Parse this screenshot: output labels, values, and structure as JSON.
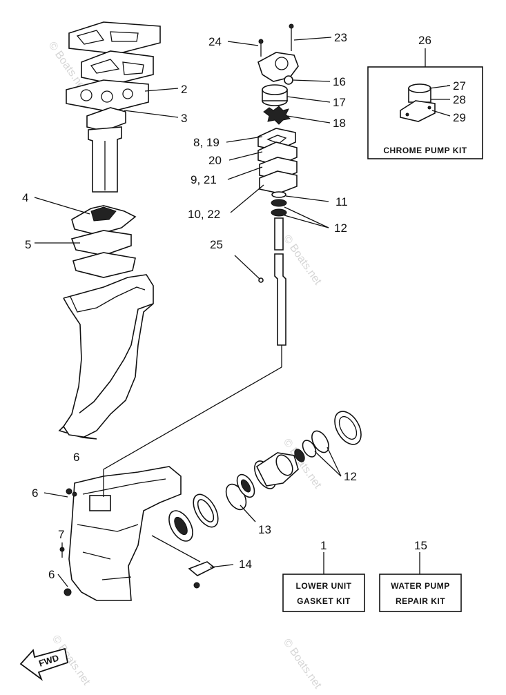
{
  "callouts": {
    "n2": "2",
    "n3": "3",
    "n4": "4",
    "n5": "5",
    "n6a": "6",
    "n6b": "6",
    "n6c": "6",
    "n7": "7",
    "n8_19": "8, 19",
    "n9_21": "9, 21",
    "n10_22": "10, 22",
    "n11": "11",
    "n12a": "12",
    "n12b": "12",
    "n13": "13",
    "n14": "14",
    "n16": "16",
    "n17": "17",
    "n18": "18",
    "n20": "20",
    "n23": "23",
    "n24": "24",
    "n25": "25",
    "n26": "26",
    "n27": "27",
    "n28": "28",
    "n29": "29",
    "n1": "1",
    "n15": "15"
  },
  "kits": {
    "chrome_pump": "CHROME PUMP KIT",
    "lower_unit_line1": "LOWER UNIT",
    "lower_unit_line2": "GASKET KIT",
    "water_pump_line1": "WATER PUMP",
    "water_pump_line2": "REPAIR KIT"
  },
  "fwd_label": "FWD",
  "watermark": "© Boats.net"
}
